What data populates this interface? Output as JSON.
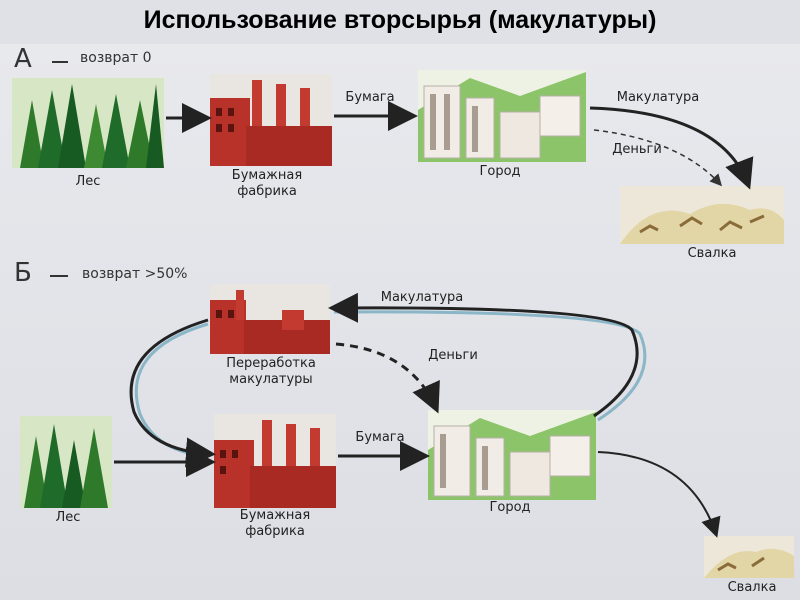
{
  "title": "Использование вторсырья (макулатуры)",
  "sectionA": {
    "letter": "А",
    "dash": "—",
    "return_label": "возврат 0",
    "forest": "Лес",
    "factory": "Бумажная\nфабрика",
    "city": "Город",
    "dump": "Свалка",
    "edge_paper": "Бумага",
    "edge_wastepaper": "Макулатура",
    "edge_money": "Деньги"
  },
  "sectionB": {
    "letter": "Б",
    "dash": "—",
    "return_label": "возврат >50%",
    "recycling": "Переработка\nмакулатуры",
    "forest": "Лес",
    "factory": "Бумажная\nфабрика",
    "city": "Город",
    "dump": "Свалка",
    "edge_paper": "Бумага",
    "edge_wastepaper": "Макулатура",
    "edge_money": "Деньги"
  },
  "colors": {
    "factory": "#b8322a",
    "forest": "#1f6b2a",
    "city_green": "#7fbf5a",
    "dump": "#e3d6a6",
    "arrow": "#222222"
  }
}
